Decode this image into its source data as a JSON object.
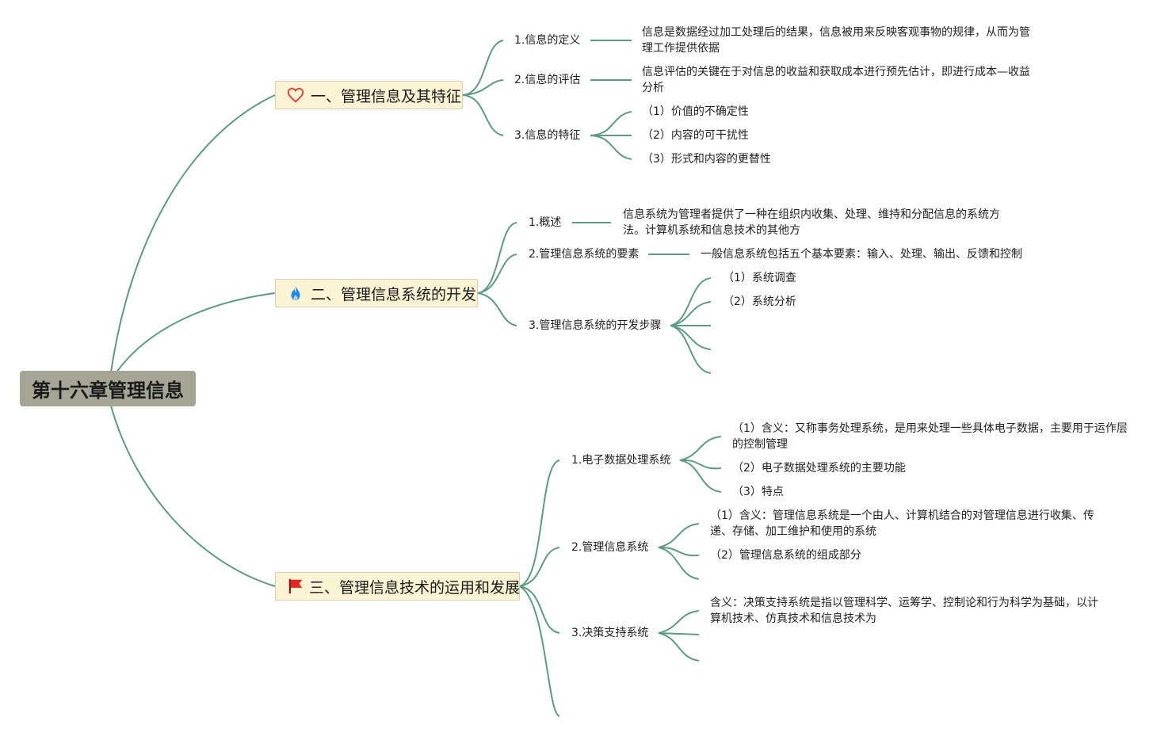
{
  "root": {
    "title": "第十六章管理信息"
  },
  "branches": [
    {
      "label": "一、管理信息及其特征",
      "icon": "heart-icon",
      "items": [
        {
          "label": "1.信息的定义",
          "details": [
            "信息是数据经过加工处理后的结果，信息被用来反映客观事物的规律，从而为管理工作提供依据"
          ]
        },
        {
          "label": "2.信息的评估",
          "details": [
            "信息评估的关键在于对信息的收益和获取成本进行预先估计，即进行成本—收益分析"
          ]
        },
        {
          "label": "3.信息的特征",
          "details": [
            "（1）价值的不确定性",
            "（2）内容的可干扰性",
            "（3）形式和内容的更替性"
          ]
        }
      ]
    },
    {
      "label": "二、管理信息系统的开发",
      "icon": "fire-icon",
      "items": [
        {
          "label": "1.概述",
          "details": [
            "信息系统为管理者提供了一种在组织内收集、处理、维持和分配信息的系统方法。计算机系统和信息技术的其他方"
          ]
        },
        {
          "label": "2.管理信息系统的要素",
          "details": [
            "一般信息系统包括五个基本要素：输入、处理、输出、反馈和控制"
          ]
        },
        {
          "label": "3.管理信息系统的开发步骤",
          "details": [
            "（1）系统调查",
            "（2）系统分析"
          ]
        }
      ]
    },
    {
      "label": "三、管理信息技术的运用和发展",
      "icon": "flag-icon",
      "items": [
        {
          "label": "1.电子数据处理系统",
          "details": [
            "（1）含义：又称事务处理系统，是用来处理一些具体电子数据，主要用于运作层的控制管理",
            "（2）电子数据处理系统的主要功能",
            "（3）特点"
          ]
        },
        {
          "label": "2.管理信息系统",
          "details": [
            "（1）含义：管理信息系统是一个由人、计算机结合的对管理信息进行收集、传递、存储、加工维护和使用的系统",
            "（2）管理信息系统的组成部分"
          ]
        },
        {
          "label": "3.决策支持系统",
          "details": [
            "含义：决策支持系统是指以管理科学、运筹学、控制论和行为科学为基础，以计算机技术、仿真技术和信息技术为"
          ]
        }
      ]
    }
  ],
  "colors": {
    "connector": "#5e9a83",
    "root_fill": "#a6a595",
    "branch_fill": "#fbf3d4",
    "heart": "#e0392b",
    "fire": "#1e88e5",
    "flag": "#e52521"
  }
}
